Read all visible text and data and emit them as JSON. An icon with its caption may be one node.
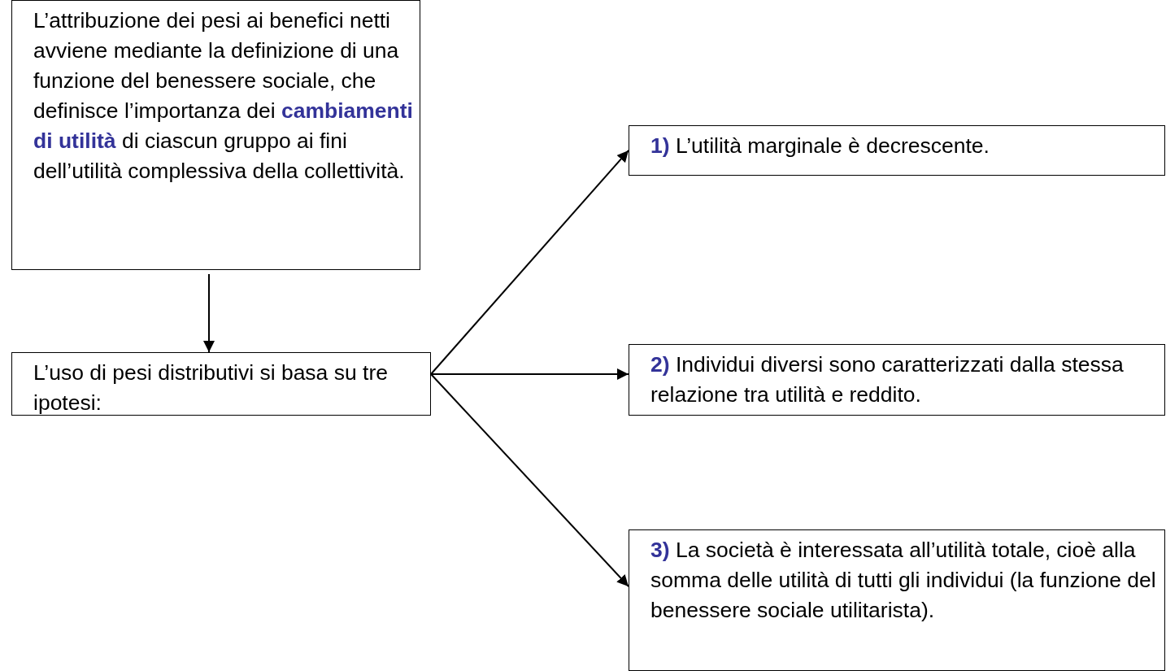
{
  "diagram": {
    "nodes": [
      {
        "text": [
          "L’attribuzione dei pesi ai benefici netti avviene mediante la definizione di una funzione del benessere sociale, che definisce l’importanza dei **cambiamenti di utilità** di ciascun gruppo ai fini dell’utilità complessiva della collettività."
        ]
      },
      {
        "text": [
          "L’uso di pesi distributivi si basa su tre ipotesi:"
        ]
      },
      {
        "text": [
          "**1)** L’utilità marginale è decrescente."
        ]
      },
      {
        "text": [
          "**2)** Individui diversi sono caratterizzati dalla stessa relazione tra utilità e reddito."
        ]
      },
      {
        "text": [
          "**3)** La società è interessata all’utilità totale, cioè alla somma delle utilità di tutti gli individui (la funzione del benessere sociale utilitarista)."
        ]
      }
    ],
    "edges": [
      {
        "from": 0,
        "to": 1,
        "arrow": "to"
      },
      {
        "from": 1,
        "to": 2,
        "arrow": "to"
      },
      {
        "from": 1,
        "to": 3,
        "arrow": "to"
      },
      {
        "from": 1,
        "to": 4,
        "arrow": "to"
      }
    ]
  }
}
